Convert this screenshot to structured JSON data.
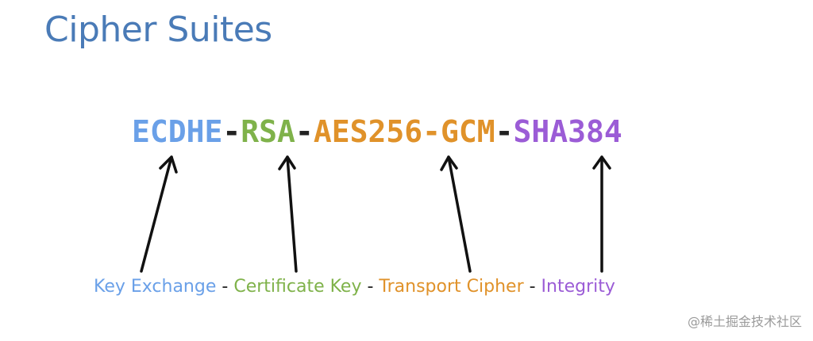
{
  "title": "Cipher Suites",
  "suite": {
    "parts": [
      {
        "text": "ECDHE",
        "color": "#6aa0e8"
      },
      {
        "text": "RSA",
        "color": "#7fb24a"
      },
      {
        "text": "AES256-GCM",
        "color": "#e0922a"
      },
      {
        "text": "SHA384",
        "color": "#9b5cd6"
      }
    ],
    "separator": "-"
  },
  "labels": {
    "parts": [
      {
        "text": "Key Exchange",
        "color": "#6aa0e8"
      },
      {
        "text": "Certificate Key",
        "color": "#7fb24a"
      },
      {
        "text": "Transport Cipher",
        "color": "#e0922a"
      },
      {
        "text": "Integrity",
        "color": "#9b5cd6"
      }
    ],
    "separator": " - "
  },
  "arrow_color": "#111111",
  "watermark": "@稀土掘金技术社区"
}
